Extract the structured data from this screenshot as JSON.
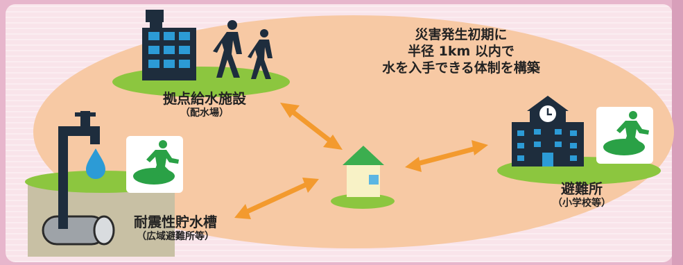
{
  "headline": {
    "line1": "災害発生初期に",
    "line2": "半径 1km 以内で",
    "line3": "水を入手できる体制を構築"
  },
  "locations": {
    "base_station": {
      "name": "拠点給水施設",
      "sub": "（配水場）"
    },
    "tank": {
      "name": "耐震性貯水槽",
      "sub": "（広域避難所等）"
    },
    "shelter": {
      "name": "避難所",
      "sub": "（小学校等）"
    }
  },
  "colors": {
    "ellipse": "#f7c9a4",
    "grass": "#8cc63f",
    "arrow": "#f39a2e",
    "building": "#1e2d3d",
    "window": "#2c9bd6",
    "exit_green": "#2aa146",
    "house_roof": "#3cae4f",
    "house_wall": "#f8f2c6",
    "water_drop": "#2c9bd6"
  },
  "icons": [
    "apartment-building-icon",
    "walking-people-icon",
    "water-tap-icon",
    "water-drop-icon",
    "emergency-exit-icon",
    "school-building-icon",
    "house-icon",
    "water-tank-icon"
  ]
}
